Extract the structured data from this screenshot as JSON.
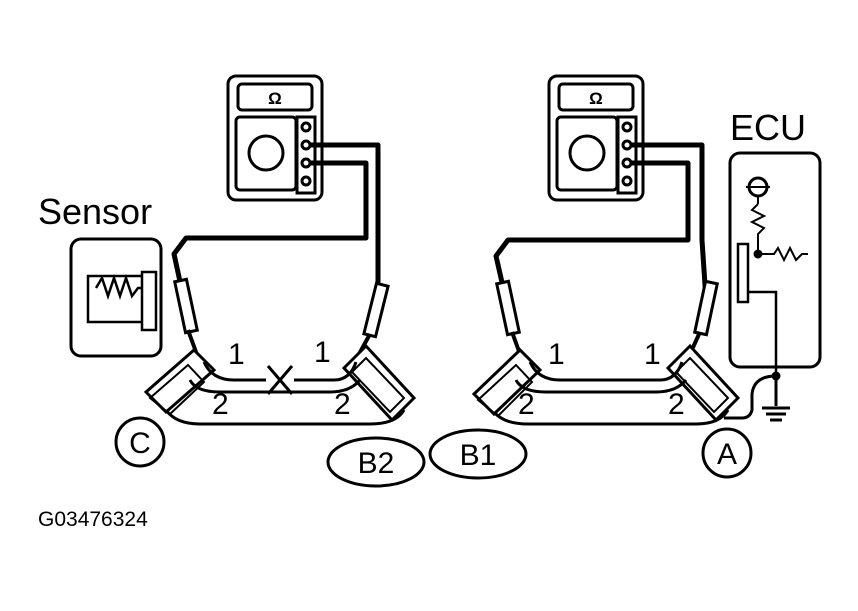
{
  "labels": {
    "sensor": "Sensor",
    "ecu": "ECU",
    "connector_c": "C",
    "connector_b2": "B2",
    "connector_b1": "B1",
    "connector_a": "A",
    "pin1": "1",
    "pin2": "2",
    "ohm": "Ω"
  },
  "figure_code": "G03476324",
  "icons": [
    "ohmmeter-icon",
    "sensor-icon",
    "ecu-icon",
    "resistor-icon",
    "ground-icon",
    "open-circuit-mark-icon"
  ]
}
